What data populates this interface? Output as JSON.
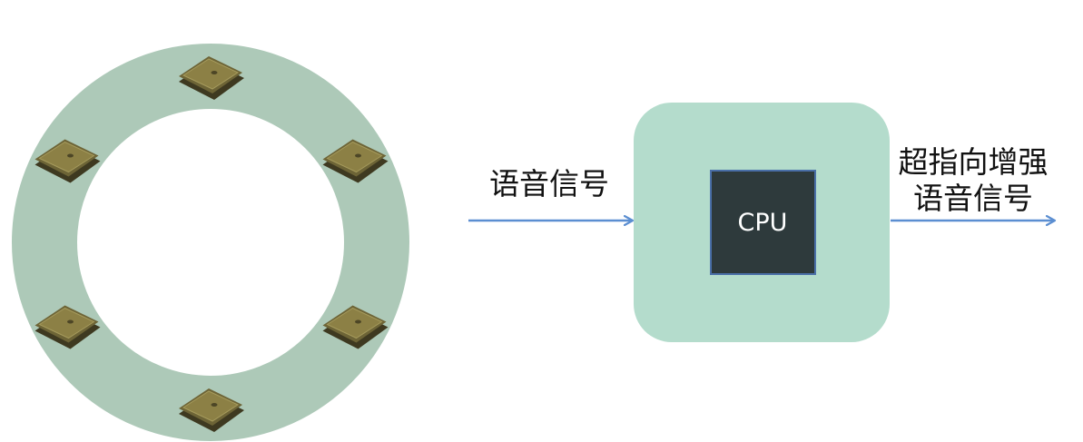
{
  "diagram": {
    "colors": {
      "ring": "#adc9b8",
      "processor_box": "#b4dccc",
      "cpu_chip": "#2e3a3c",
      "cpu_border": "#4a6fa8",
      "arrow": "#5b8ed1",
      "mic_body": "#6d6436",
      "mic_top": "#8c8045"
    },
    "mic_array": {
      "mic_count": 6,
      "mic_icon": "mems-microphone-icon"
    },
    "input_label": "语音信号",
    "cpu_label": "CPU",
    "output_label_line1": "超指向增强",
    "output_label_line2": "语音信号"
  }
}
